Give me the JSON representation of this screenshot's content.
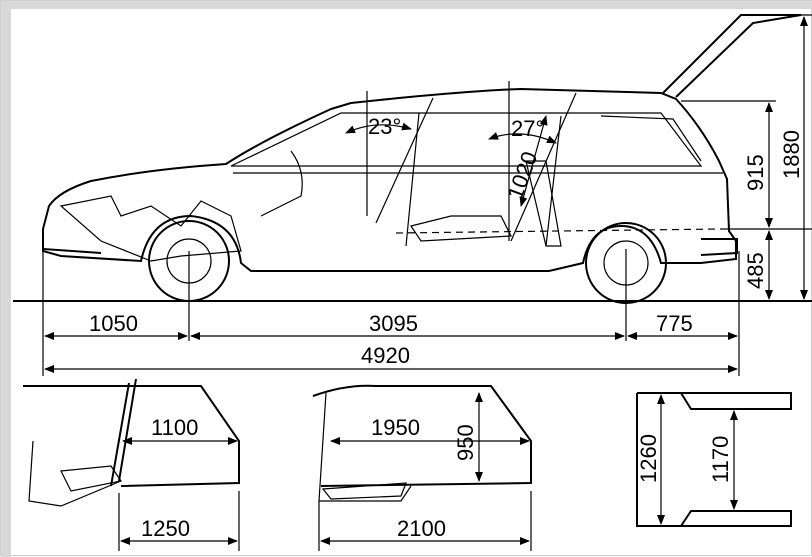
{
  "dimensions": {
    "front_overhang": "1050",
    "wheelbase": "3095",
    "rear_overhang": "775",
    "overall_length": "4920",
    "interior_height": "915",
    "overall_height": "1880",
    "ground_clearance": "485",
    "front_seat_angle": "23°",
    "rear_seat_angle": "27°",
    "rear_seat_height": "1020",
    "cargo_floor_seats_up": "1100",
    "cargo_floor_seats_up_total": "1250",
    "cargo_floor_seats_down": "1950",
    "cargo_height": "950",
    "cargo_floor_seats_down_total": "2100",
    "opening_outer_height": "1260",
    "opening_inner_height": "1170"
  }
}
